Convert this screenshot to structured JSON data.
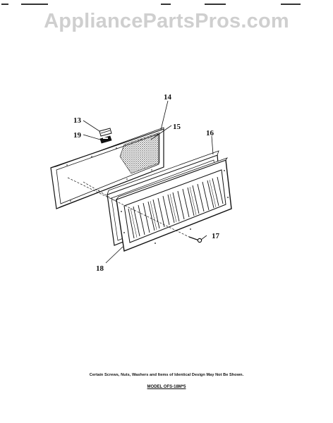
{
  "watermark": "AppliancePartsPros.com",
  "callouts": {
    "c13": "13",
    "c14": "14",
    "c15": "15",
    "c16": "16",
    "c17": "17",
    "c18": "18",
    "c19": "19"
  },
  "footer": {
    "note": "Certain Screws, Nuts, Washers and Items of Identical Design May Not Be Shown.",
    "model": "MODEL OFS-18M*5"
  }
}
